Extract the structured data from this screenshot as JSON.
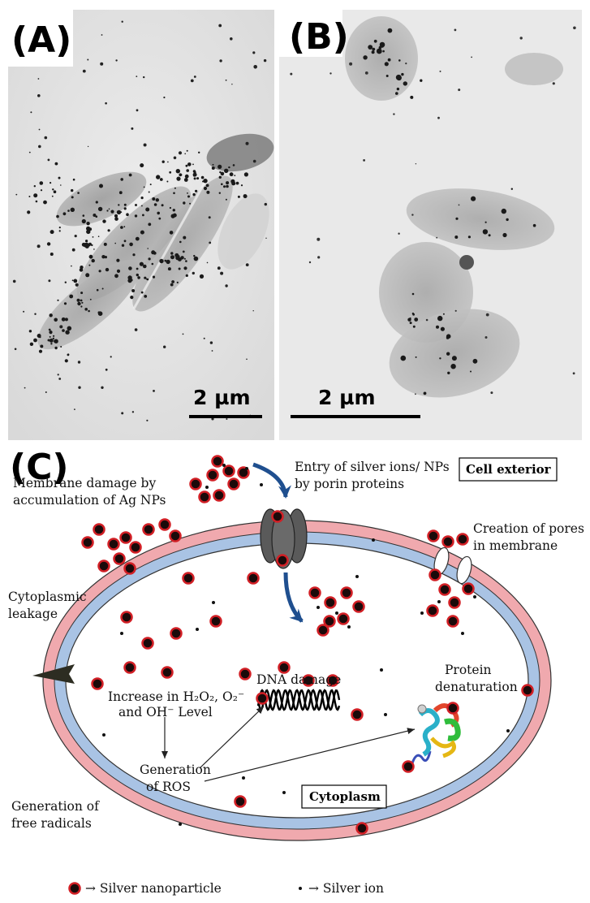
{
  "panels": {
    "a": {
      "label": "(A)",
      "scale_bar": "2 µm"
    },
    "b": {
      "label": "(B)",
      "scale_bar": "2 µm"
    },
    "c": {
      "label": "(C)"
    }
  },
  "annotations": {
    "membrane_damage": [
      "Membrane damage by",
      "accumulation of Ag NPs"
    ],
    "entry": [
      "Entry of silver ions/ NPs",
      "by porin proteins"
    ],
    "cell_exterior": "Cell exterior",
    "pores": [
      "Creation of pores",
      "in  membrane"
    ],
    "leakage": [
      "Cytoplasmic",
      "leakage"
    ],
    "dna": "DNA damage",
    "protein": [
      "Protein",
      "denaturation"
    ],
    "increase_line1": "Increase in H₂O₂, O₂⁻",
    "increase_line2": "and OH⁻ Level",
    "ros": [
      "Generation",
      "of ROS"
    ],
    "cytoplasm": "Cytoplasm",
    "free_radicals": [
      "Generation of",
      "free radicals"
    ]
  },
  "legend": {
    "nanoparticle": "→ Silver nanoparticle",
    "ion": "→ Silver ion"
  },
  "colors": {
    "outer_membrane": "#f0a9ae",
    "inner_membrane": "#a9c3e4",
    "particle_fill": "#1a0a0a",
    "particle_ring": "#d11f25",
    "porin": "#555555",
    "arrow_blue": "#1f4f8f",
    "tem_background": "#e6e6e6"
  }
}
